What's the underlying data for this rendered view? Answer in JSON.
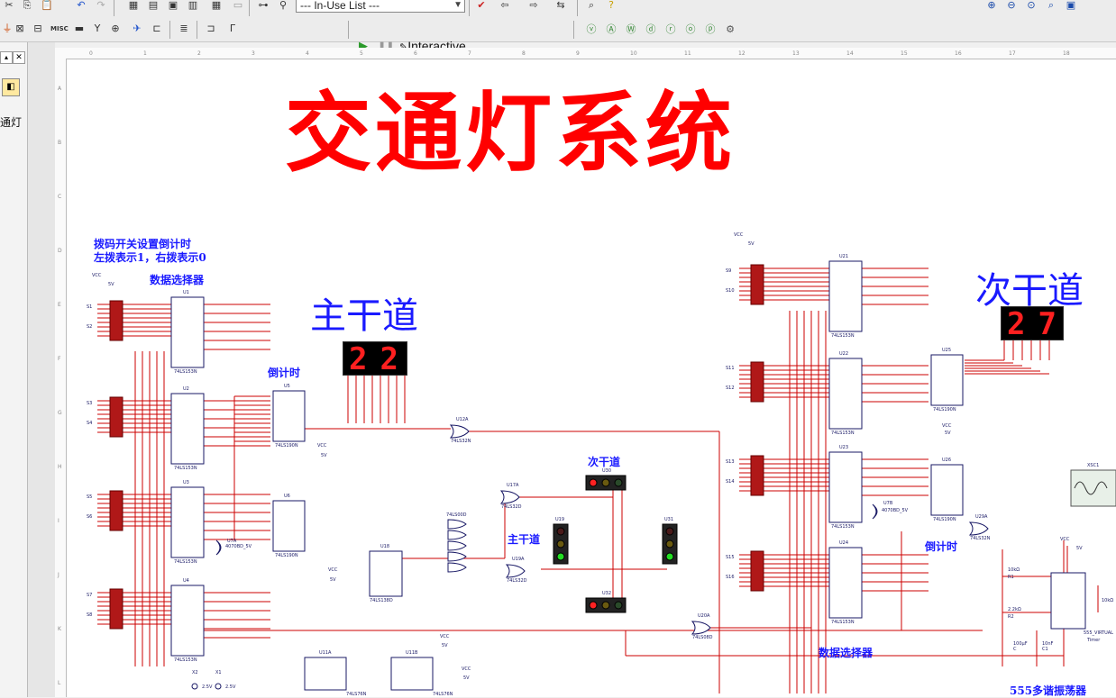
{
  "toolbar": {
    "inuse_list": "--- In-Use List ---",
    "sim_mode": "Interactive"
  },
  "left_pane": {
    "tree_label": "通灯"
  },
  "schematic": {
    "title": "交通灯系统",
    "main_road": "主干道",
    "minor_road": "次干道",
    "dip_note_line1": "拨码开关设置倒计时",
    "dip_note_line2": "左拨表示1，右拨表示0",
    "mux_label_top": "数据选择器",
    "mux_label_bottom": "数据选择器",
    "countdown_left": "倒计时",
    "countdown_right": "倒计时",
    "osc_label": "555多谐振荡器",
    "minor_light_label": "次干道",
    "main_light_label": "主干道",
    "display_main": "22",
    "display_minor": "27",
    "vcc": "VCC",
    "v5": "5V",
    "chips_left": [
      "U1",
      "U2",
      "U3",
      "U4"
    ],
    "chips_right": [
      "U21",
      "U22",
      "U23",
      "U24"
    ],
    "chip_153": "74LS153N",
    "chip_190": "74LS190N",
    "counters": [
      "U5",
      "U6",
      "U25",
      "U26"
    ],
    "switches_left": [
      "S1",
      "S2",
      "S3",
      "S4",
      "S5",
      "S6",
      "S7",
      "S8"
    ],
    "switches_right": [
      "S9",
      "S10",
      "S11",
      "S12",
      "S13",
      "S14",
      "S15",
      "S16"
    ],
    "gates": [
      "U12A",
      "74LS32N",
      "U17A",
      "74LS32D",
      "U19A",
      "U20A",
      "74LS08D",
      "U29A",
      "U7A",
      "U7B",
      "4070BD_5V",
      "U18",
      "74LS138D",
      "U30",
      "U31",
      "U32",
      "U19",
      "U11A",
      "U11B",
      "74LS76N",
      "X1",
      "X2",
      "XSC1",
      "555_VIRTUAL",
      "Timer"
    ],
    "labels_misc": [
      "74LS00D",
      "2.5V",
      "R1",
      "R2",
      "C",
      "C1",
      "10kΩ",
      "2.2kΩ",
      "100µF",
      "10nF",
      "10kΩ"
    ]
  },
  "ruler": {
    "cols": [
      "0",
      "1",
      "2",
      "3",
      "4",
      "5",
      "6",
      "7",
      "8",
      "9",
      "10",
      "11",
      "12",
      "13",
      "14",
      "15",
      "16",
      "17",
      "18"
    ],
    "rows": [
      "A",
      "B",
      "C",
      "D",
      "E",
      "F",
      "G",
      "H",
      "I",
      "J",
      "K",
      "L"
    ]
  },
  "colors": {
    "title": "#ff0000",
    "label_blue": "#1a1aff",
    "wire": "#cc0000",
    "seg_on": "#ff2020"
  }
}
